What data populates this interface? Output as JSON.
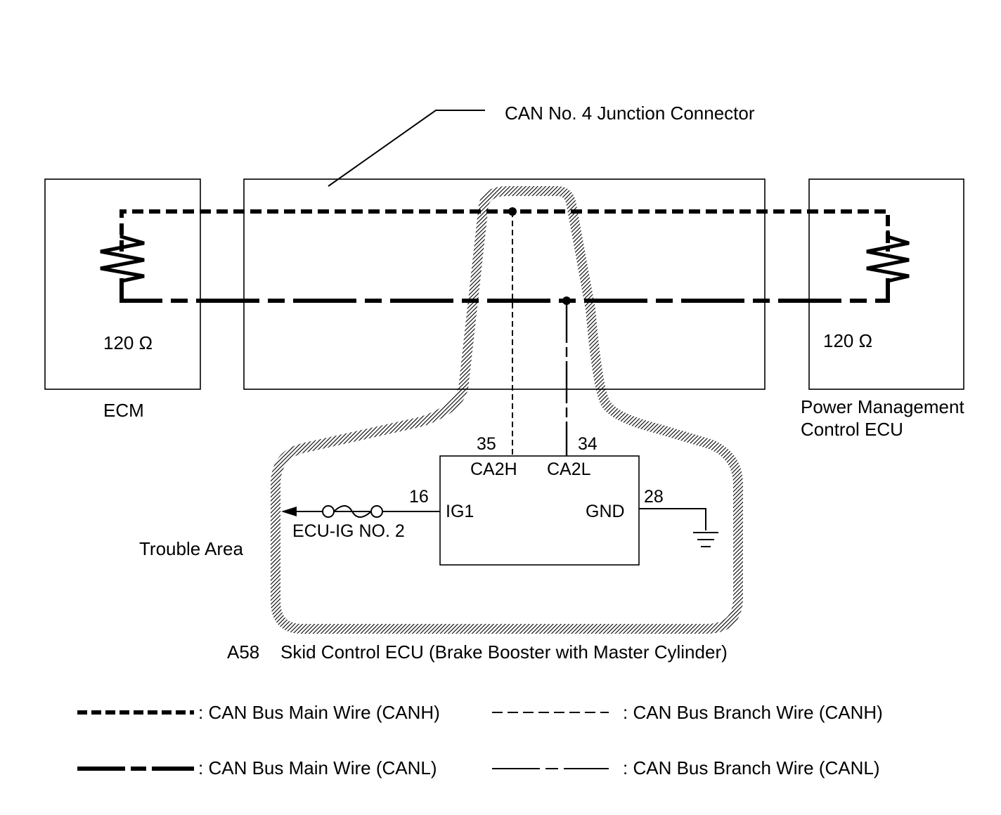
{
  "junction": {
    "label": "CAN No. 4 Junction Connector"
  },
  "ecm": {
    "name": "ECM",
    "resistance": "120 Ω"
  },
  "power_ecu": {
    "name_line1": "Power Management",
    "name_line2": "Control ECU",
    "resistance": "120 Ω"
  },
  "skid_ecu": {
    "connector": "A58",
    "name": "Skid Control ECU (Brake Booster with Master Cylinder)",
    "pins": {
      "ca2h_num": "35",
      "ca2h_name": "CA2H",
      "ca2l_num": "34",
      "ca2l_name": "CA2L",
      "ig1_num": "16",
      "ig1_name": "IG1",
      "gnd_num": "28",
      "gnd_name": "GND"
    },
    "fuse": "ECU-IG NO. 2"
  },
  "trouble_area": "Trouble Area",
  "legend": {
    "main_canh": ": CAN Bus Main Wire (CANH)",
    "branch_canh": ": CAN Bus Branch Wire (CANH)",
    "main_canl": ": CAN Bus Main Wire (CANL)",
    "branch_canl": ": CAN Bus Branch Wire (CANL)"
  },
  "icons": {
    "resistor": "resistor-icon",
    "fuse": "fuse-icon",
    "ground": "ground-icon",
    "arrow": "arrow-left-icon"
  }
}
